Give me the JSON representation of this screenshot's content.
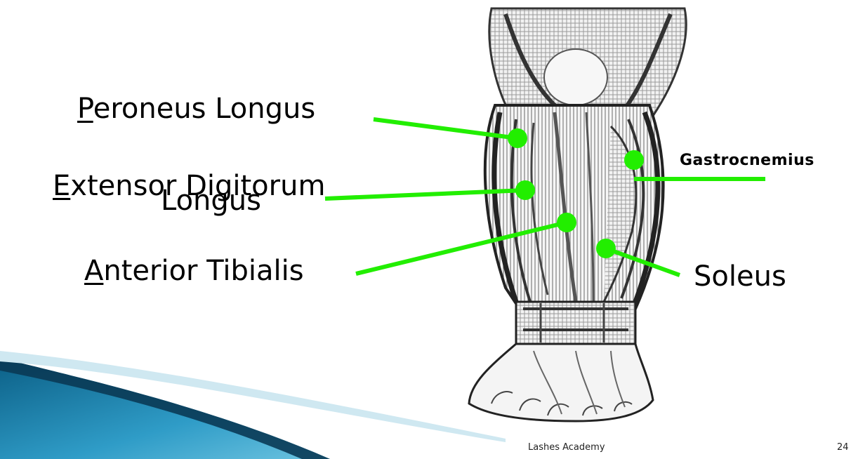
{
  "labels": {
    "peroneus": {
      "first": "P",
      "rest": "eroneus Longus"
    },
    "extensor": {
      "first": "E",
      "rest": "xtensor Digitorum",
      "line2": "Longus"
    },
    "anterior": {
      "first": "A",
      "rest": "nterior Tibialis"
    },
    "gastrocnemius": "Gastrocnemius",
    "soleus": "Soleus"
  },
  "footer": {
    "org": "Lashes Academy",
    "page": "24"
  },
  "colors": {
    "pointer": "#22ee00",
    "accent_dark": "#0b5f86",
    "accent_light": "#cfe8f1"
  }
}
